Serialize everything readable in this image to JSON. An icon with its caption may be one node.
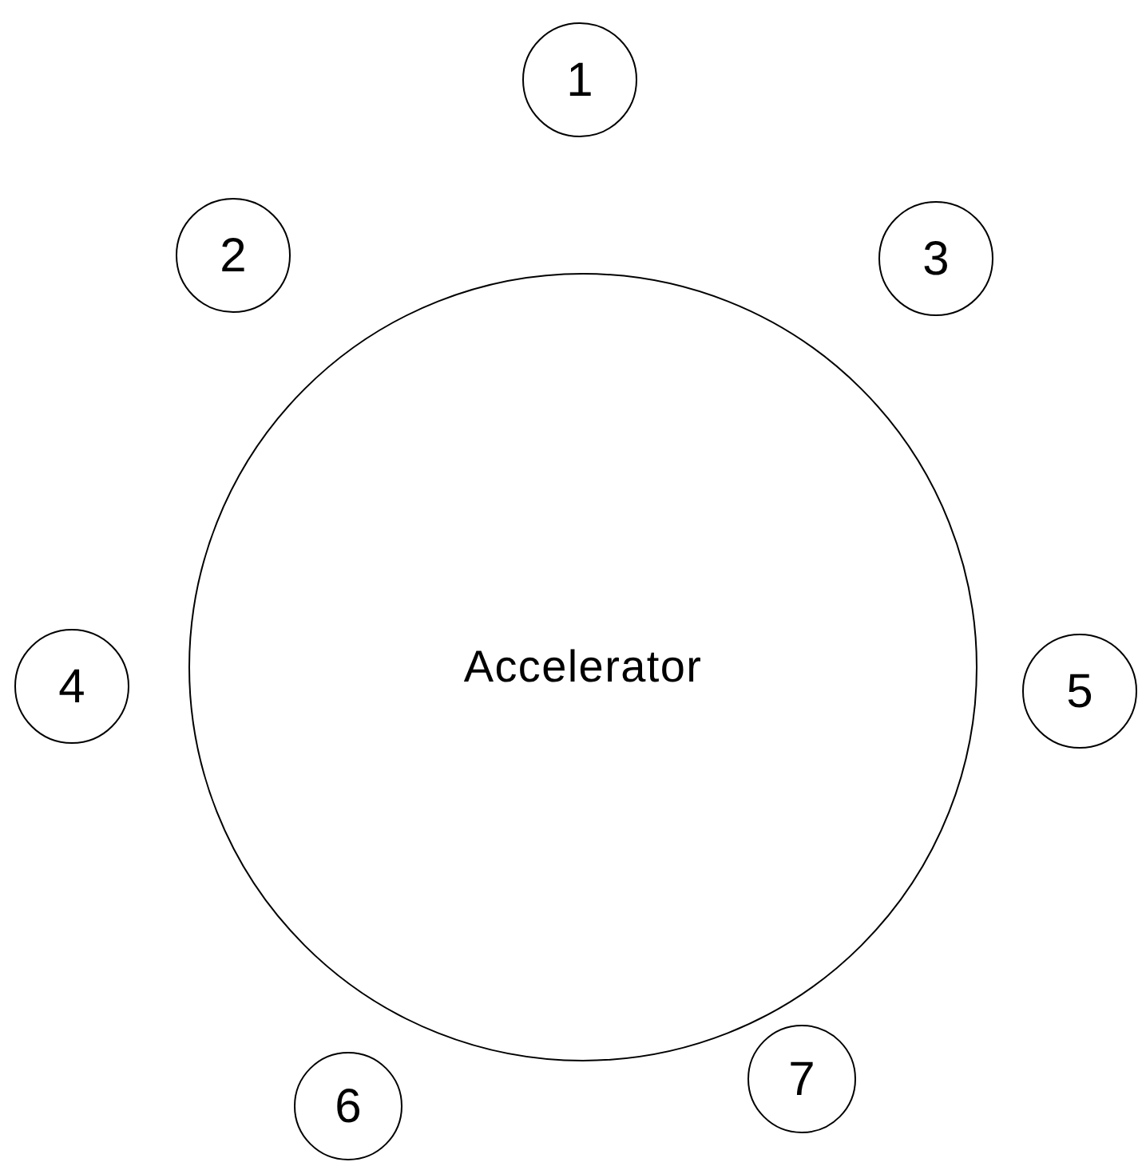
{
  "diagram": {
    "nodes": [
      {
        "text": [
          "1"
        ]
      },
      {
        "text": [
          "2"
        ]
      },
      {
        "text": [
          "3"
        ]
      },
      {
        "text": [
          "Accelerator"
        ]
      },
      {
        "text": [
          "4"
        ]
      },
      {
        "text": [
          "5"
        ]
      },
      {
        "text": [
          "6"
        ]
      },
      {
        "text": [
          "7"
        ]
      }
    ]
  }
}
